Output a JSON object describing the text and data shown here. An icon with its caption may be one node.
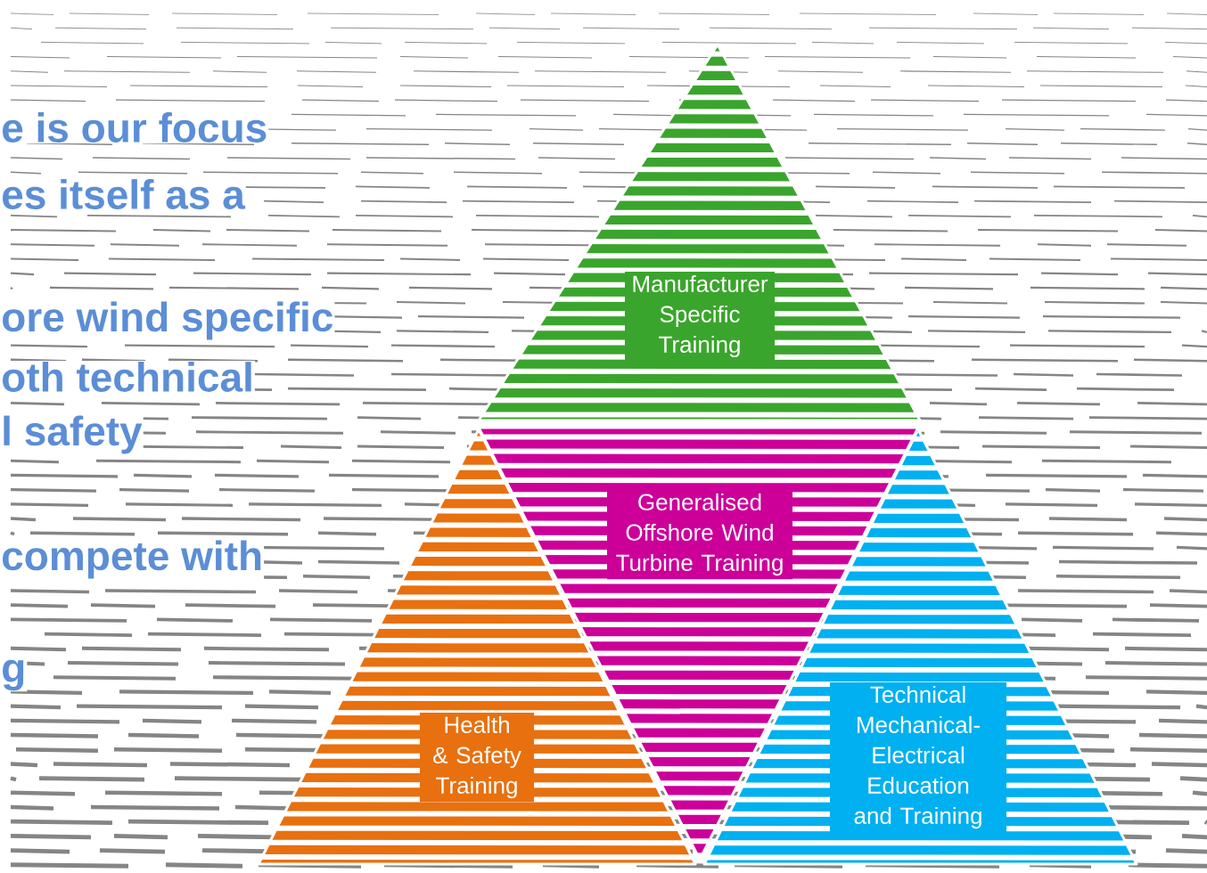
{
  "diagram": {
    "nodes": [
      {
        "text": [
          "Manufacturer Specific Training"
        ]
      },
      {
        "text": [
          "Generalised Offshore Wind Turbine Training"
        ]
      },
      {
        "text": [
          "Health & Safety Training"
        ]
      },
      {
        "text": [
          "Technical Mechanical-Electrical Education and Training"
        ]
      }
    ],
    "labels": [
      "e is our focus",
      "es itself as a",
      "ore wind specific",
      "oth technical",
      "l safety",
      "compete with",
      "g"
    ]
  }
}
